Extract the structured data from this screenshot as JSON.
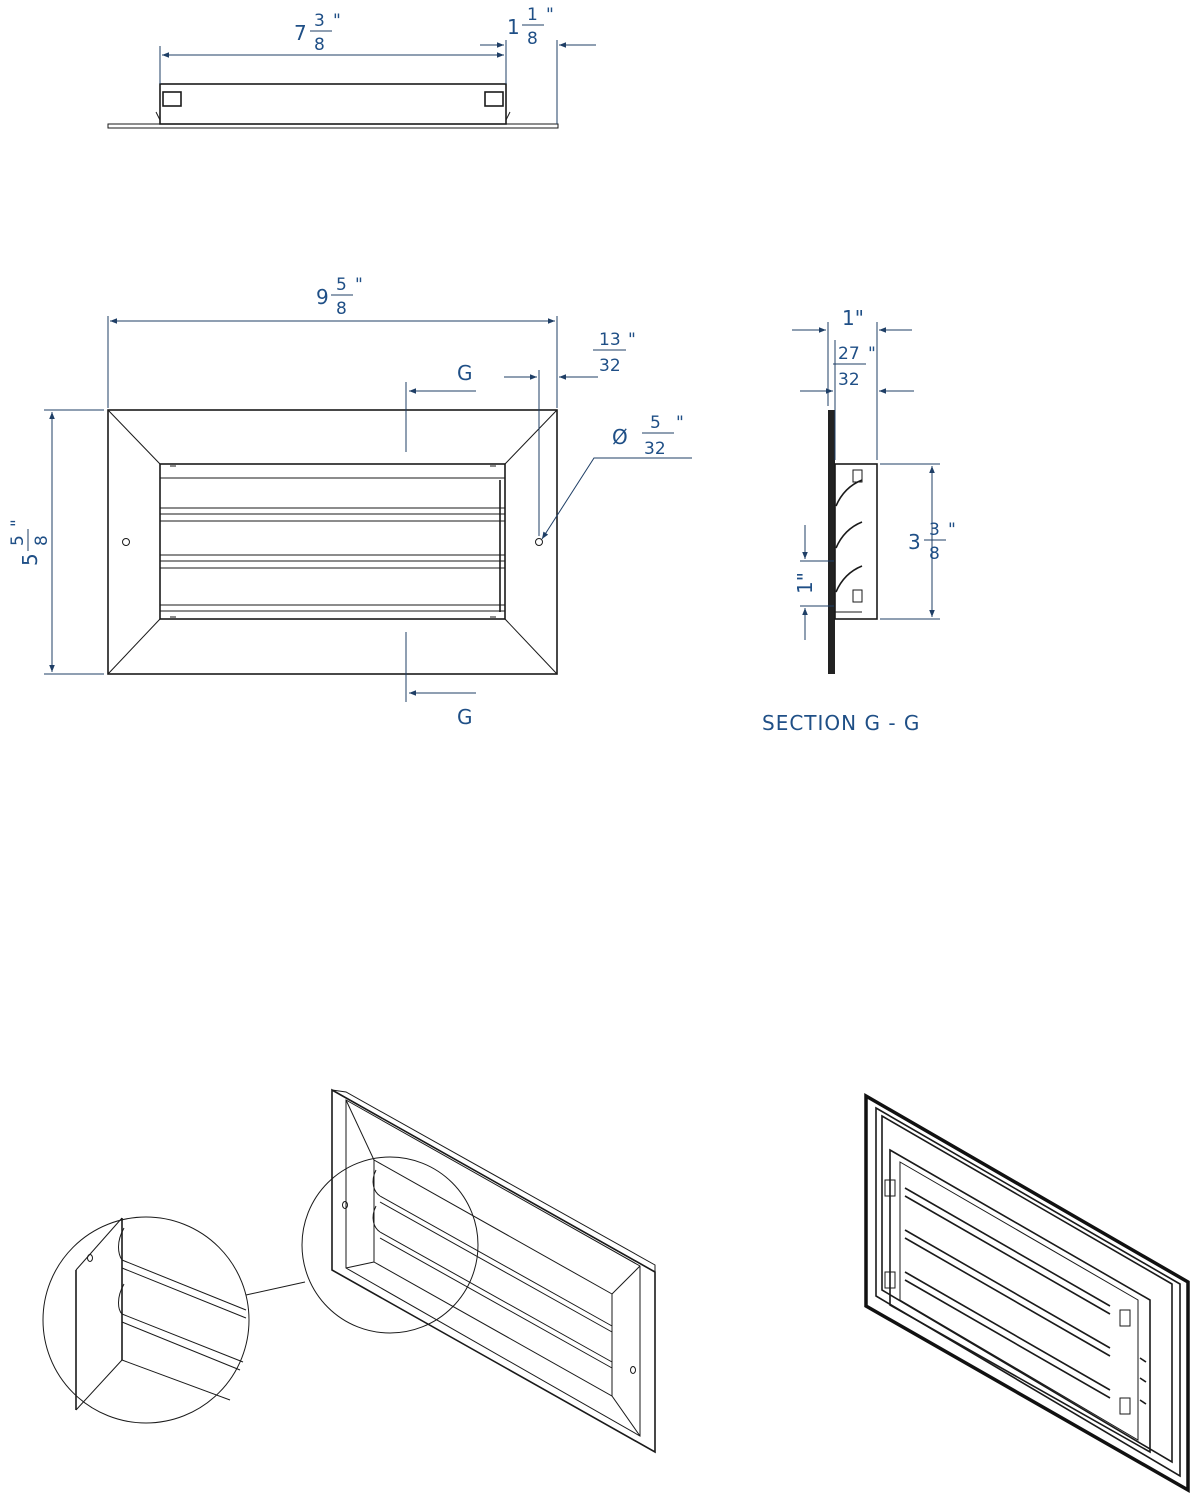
{
  "top_view": {
    "inner_width": {
      "whole": "7",
      "num": "3",
      "den": "8",
      "unit": "\""
    },
    "depth": {
      "whole": "1",
      "num": "1",
      "den": "8",
      "unit": "\""
    }
  },
  "front_view": {
    "overall_width": {
      "whole": "9",
      "num": "5",
      "den": "8",
      "unit": "\""
    },
    "overall_height": {
      "whole": "5",
      "num": "5",
      "den": "8",
      "unit": "\""
    },
    "hole_offset": {
      "num": "13",
      "den": "32",
      "unit": "\""
    },
    "hole_diameter": {
      "symbol": "Ø",
      "num": "5",
      "den": "32",
      "unit": "\""
    },
    "section_marker_top": "G",
    "section_marker_bottom": "G"
  },
  "section_view": {
    "caption": "SECTION G - G",
    "total_depth": "1\"",
    "body_depth": {
      "num": "27",
      "den": "32",
      "unit": "\""
    },
    "blade_pitch": "1\"",
    "inner_height": {
      "whole": "3",
      "num": "3",
      "den": "8",
      "unit": "\""
    }
  },
  "colors": {
    "dimension_text": "#1f4f86",
    "linework": "#1a1a1a",
    "background": "#ffffff"
  }
}
